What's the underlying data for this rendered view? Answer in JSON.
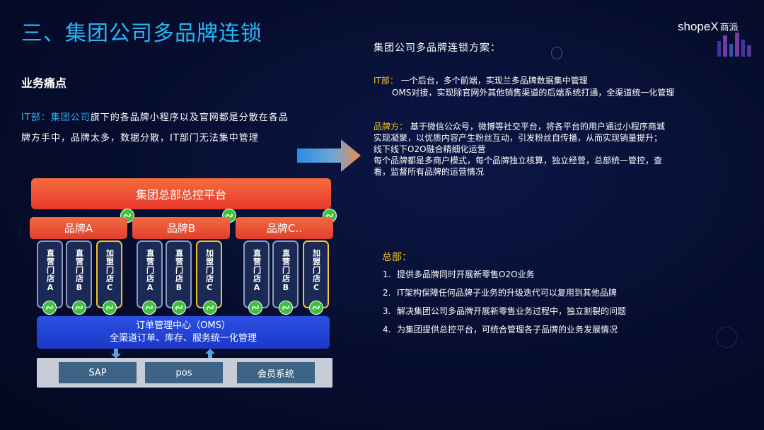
{
  "header": {
    "title": "三、集团公司多品牌连锁",
    "logo_main": "shopeX",
    "logo_sub": "商派"
  },
  "pain": {
    "title": "业务痛点",
    "lead_label": "IT部：集团公司",
    "text": "旗下的各品牌小程序以及官网都是分散在各品牌方手中，品牌太多，数据分散，IT部门无法集中管理"
  },
  "diagram": {
    "platform": "集团总部总控平台",
    "brands": [
      "品牌A",
      "品牌B",
      "品牌C.."
    ],
    "stores": [
      "直营门店A",
      "直营门店B",
      "加盟门店C"
    ],
    "oms_line1": "订单管理中心（OMS）",
    "oms_line2": "全渠道订单、库存、服务统一化管理",
    "systems": [
      "SAP",
      "pos",
      "会员系统"
    ]
  },
  "plan": {
    "title": "集团公司多品牌连锁方案：",
    "it_label": "IT部：",
    "it_line1": "一个后台，多个前端，实现兰多品牌数据集中管理",
    "it_line2": "OMS对接，实现除官网外其他销售渠道的后端系统打通，全渠道统一化管理",
    "brand_label": "品牌方：",
    "brand_line1": "基于微信公众号，微博等社交平台，将各平台的用户通过小程序商城",
    "brand_line2": "实现凝聚，以优质内容产生粉丝互动，引发粉丝自传播，从而实现销量提升；",
    "brand_line3": "线下线下O2O融合精细化运营",
    "brand_line4": "每个品牌都是多商户模式，每个品牌独立核算，独立经营，总部统一管控，查",
    "brand_line5": "看，监督所有品牌的运营情况"
  },
  "hq": {
    "title": "总部：",
    "items": [
      {
        "num": "1.",
        "text": "提供多品牌同时开展新零售O2O业务"
      },
      {
        "num": "2.",
        "text": "IT架构保障任何品牌子业务的升级迭代可以复用到其他品牌"
      },
      {
        "num": "3.",
        "text": "解决集团公司多品牌开展新零售业务过程中，独立割裂的问题"
      },
      {
        "num": "4.",
        "text": "为集团提供总控平台，可统合管理各子品牌的业务发展情况"
      }
    ]
  },
  "colors": {
    "accent_blue": "#27b6f5",
    "accent_yellow": "#f7c51e",
    "platform_red": "#e8392c",
    "oms_blue": "#1c39c9",
    "wechat_green": "#3cc339"
  },
  "icons": {
    "connector": "mini-program-icon",
    "arrow": "right-arrow-icon"
  }
}
